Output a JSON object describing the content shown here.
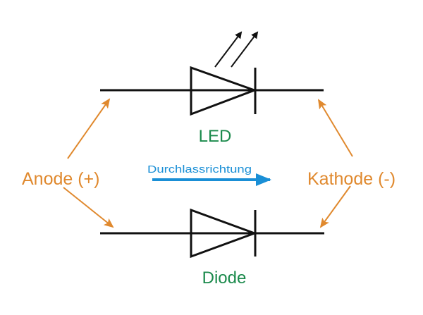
{
  "labels": {
    "anode": "Anode (+)",
    "cathode": "Kathode (-)",
    "led": "LED",
    "diode": "Diode",
    "direction": "Durchlassrichtung"
  },
  "colors": {
    "wire": "#111111",
    "terminal": "#e0892e",
    "component": "#1b8a4c",
    "direction": "#1a8fd6"
  }
}
